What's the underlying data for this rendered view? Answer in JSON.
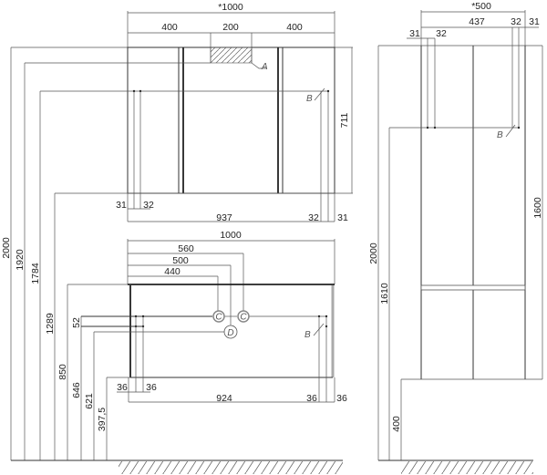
{
  "mirror_cabinet": {
    "width_total": "*1000",
    "segments": [
      "400",
      "200",
      "400"
    ],
    "height": "711",
    "left_offsets": [
      "31",
      "32"
    ],
    "inner_width": "937",
    "right_offsets": [
      "32",
      "31"
    ],
    "label_a": "A",
    "label_b": "B"
  },
  "vertical_dims": {
    "h2000": "2000",
    "h1920": "1920",
    "h1784": "1784",
    "h1289": "1289",
    "h850": "850",
    "h646": "646",
    "h621": "621",
    "h397": "397,5",
    "h52": "52"
  },
  "vanity": {
    "width_total": "1000",
    "d560": "560",
    "d500": "500",
    "d440": "440",
    "left_offsets": [
      "36",
      "36"
    ],
    "inner_width": "924",
    "right_offsets": [
      "36",
      "36"
    ],
    "label_c": "C",
    "label_d": "D",
    "label_b": "B"
  },
  "side_view": {
    "width_total": "*500",
    "inner_width": "437",
    "right_offsets": [
      "32",
      "31"
    ],
    "left_offsets": [
      "31",
      "32"
    ],
    "h2000": "2000",
    "h1610": "1610",
    "h1600": "1600",
    "h400": "400",
    "label_b": "B"
  }
}
